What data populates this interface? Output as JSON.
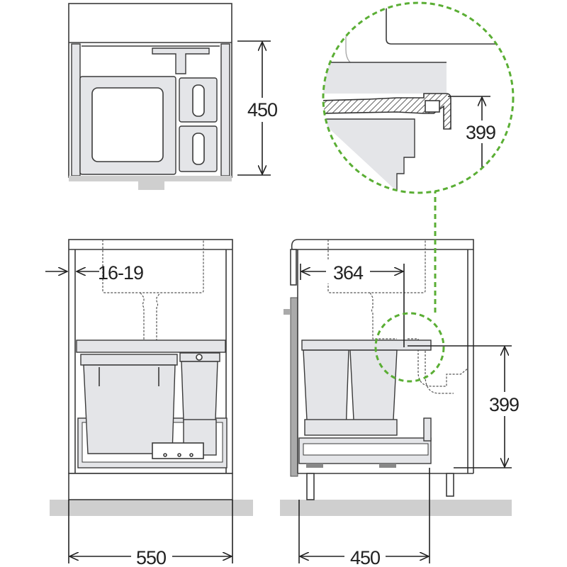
{
  "title": "Pull-out waste bin installation dimensions",
  "colors": {
    "line": "#3a3a3a",
    "fill": "#e4e5e8",
    "floor": "#cfcfcf",
    "detail_circle": "#5aae34"
  },
  "top_view": {
    "depth_label": "450"
  },
  "front_view": {
    "side_wall_label": "16-19",
    "width_label": "550"
  },
  "side_view": {
    "drain_offset_label": "364",
    "height_label": "399",
    "depth_label": "450"
  },
  "detail": {
    "height_label": "399"
  }
}
